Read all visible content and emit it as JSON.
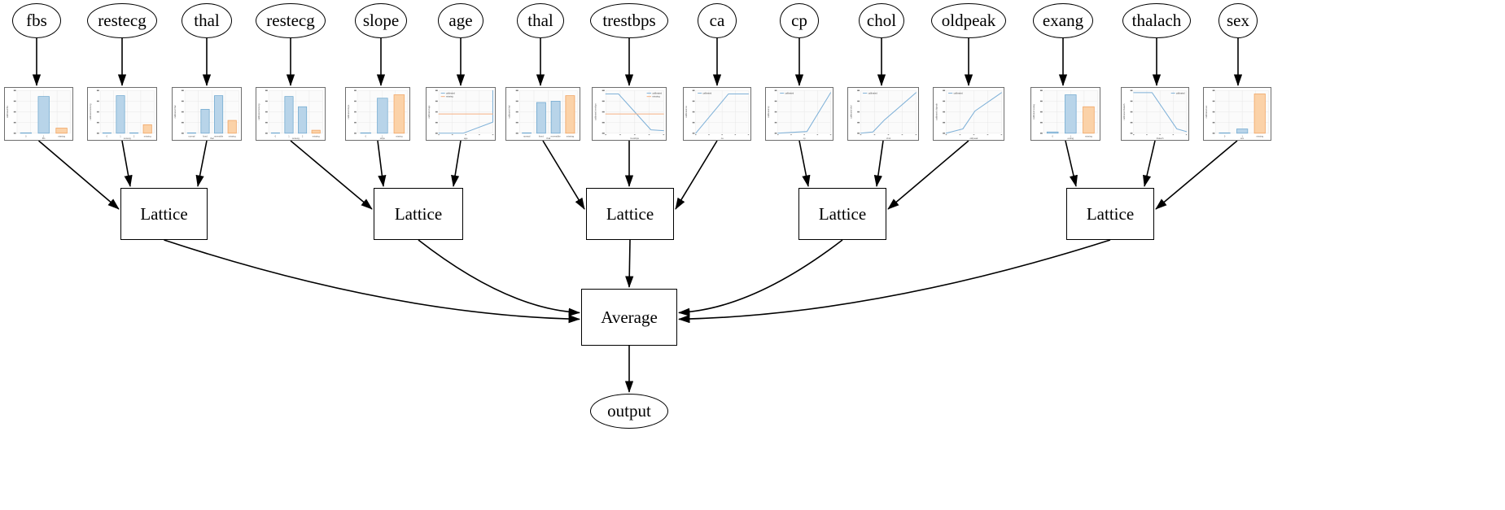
{
  "diagram": {
    "type": "calibrated-lattice-model-graph",
    "orientation": "top-to-bottom",
    "background": "#ffffff",
    "edge_color": "#000000",
    "node_outline": "#000000"
  },
  "palette": {
    "calibrated_line": "#7fb1d8",
    "missing_line": "#f5b183",
    "bar_blue_fill": "#b8d4e9",
    "bar_blue_edge": "#6fa8cf",
    "bar_orange_fill": "#fbd2a8",
    "bar_orange_edge": "#f0a25f",
    "grid": "#e8e8e8",
    "axis_text": "#555555",
    "thumb_border": "#6e6e6e"
  },
  "legend_labels": {
    "calibrated": "calibrated",
    "missing": "missing"
  },
  "features": [
    {
      "name": "fbs",
      "group": 0,
      "chart": {
        "type": "bar",
        "ylabel": "calibrated fbs",
        "xlabel": "fbs",
        "categories": [
          "0",
          "1",
          "missing"
        ],
        "values": [
          0.0,
          0.86,
          0.12
        ],
        "colors": [
          "blue",
          "blue",
          "orange"
        ],
        "ylim": [
          0,
          1
        ],
        "legend": false
      }
    },
    {
      "name": "restecg",
      "group": 0,
      "chart": {
        "type": "bar",
        "ylabel": "calibrated restecg",
        "xlabel": "restecg",
        "categories": [
          "0",
          "1",
          "2",
          "missing"
        ],
        "values": [
          0.0,
          0.88,
          0.0,
          0.2
        ],
        "colors": [
          "blue",
          "blue",
          "blue",
          "orange"
        ],
        "ylim": [
          0,
          1
        ],
        "legend": false
      }
    },
    {
      "name": "thal",
      "group": 0,
      "chart": {
        "type": "bar",
        "ylabel": "calibrated thal",
        "xlabel": "thal",
        "categories": [
          "normal",
          "fixed",
          "reversible",
          "missing"
        ],
        "values": [
          0.0,
          0.56,
          0.88,
          0.3
        ],
        "colors": [
          "blue",
          "blue",
          "blue",
          "orange"
        ],
        "ylim": [
          0,
          1
        ],
        "legend": false
      }
    },
    {
      "name": "restecg",
      "group": 1,
      "chart": {
        "type": "bar",
        "ylabel": "calibrated restecg",
        "xlabel": "restecg",
        "categories": [
          "0",
          "1",
          "2",
          "missing"
        ],
        "values": [
          0.0,
          0.86,
          0.62,
          0.07
        ],
        "colors": [
          "blue",
          "blue",
          "blue",
          "orange"
        ],
        "ylim": [
          0,
          1
        ],
        "legend": false
      }
    },
    {
      "name": "slope",
      "group": 1,
      "chart": {
        "type": "bar",
        "ylabel": "calibrated slope",
        "xlabel": "slope",
        "categories": [
          "0",
          "1",
          "missing"
        ],
        "values": [
          0.0,
          0.82,
          0.9
        ],
        "colors": [
          "blue",
          "blue",
          "orange"
        ],
        "ylim": [
          0,
          1
        ],
        "legend": false
      }
    },
    {
      "name": "age",
      "group": 1,
      "chart": {
        "type": "line",
        "ylabel": "calibrated age",
        "xlabel": "age",
        "xlim": [
          0,
          5
        ],
        "ylim": [
          0,
          1
        ],
        "legend": true,
        "legend_pos": "upper-left",
        "series": [
          {
            "name": "calibrated",
            "color": "blue",
            "points": [
              [
                0.0,
                0.0
              ],
              [
                0.45,
                0.0
              ],
              [
                1.0,
                0.26
              ],
              [
                1.0,
                1.0
              ]
            ]
          },
          {
            "name": "missing",
            "color": "orange",
            "points": [
              [
                0.0,
                0.45
              ],
              [
                1.0,
                0.45
              ]
            ]
          }
        ]
      }
    },
    {
      "name": "thal",
      "group": 2,
      "chart": {
        "type": "bar",
        "ylabel": "calibrated thal",
        "xlabel": "thal",
        "categories": [
          "normal",
          "fixed",
          "reversible",
          "missing"
        ],
        "values": [
          0.0,
          0.72,
          0.75,
          0.88
        ],
        "colors": [
          "blue",
          "blue",
          "blue",
          "orange"
        ],
        "ylim": [
          0,
          1
        ],
        "legend": false
      }
    },
    {
      "name": "trestbps",
      "group": 2,
      "chart": {
        "type": "line",
        "ylabel": "calibrated trestbps",
        "xlabel": "trestbps",
        "xlim": [
          0,
          5
        ],
        "ylim": [
          0,
          1
        ],
        "legend": true,
        "legend_pos": "upper-right",
        "series": [
          {
            "name": "calibrated",
            "color": "blue",
            "points": [
              [
                0.0,
                0.92
              ],
              [
                0.22,
                0.92
              ],
              [
                0.78,
                0.08
              ],
              [
                1.0,
                0.06
              ]
            ]
          },
          {
            "name": "missing",
            "color": "orange",
            "points": [
              [
                0.0,
                0.45
              ],
              [
                1.0,
                0.45
              ]
            ]
          }
        ]
      }
    },
    {
      "name": "ca",
      "group": 2,
      "chart": {
        "type": "line",
        "ylabel": "calibrated ca",
        "xlabel": "ca",
        "xlim": [
          0,
          4
        ],
        "ylim": [
          0,
          1
        ],
        "legend": true,
        "legend_pos": "upper-left",
        "series": [
          {
            "name": "calibrated",
            "color": "blue",
            "points": [
              [
                0.0,
                0.0
              ],
              [
                0.62,
                0.92
              ],
              [
                1.0,
                0.92
              ]
            ]
          }
        ]
      }
    },
    {
      "name": "cp",
      "group": 3,
      "chart": {
        "type": "line",
        "ylabel": "calibrated cp",
        "xlabel": "cp",
        "xlim": [
          0,
          4
        ],
        "ylim": [
          0,
          1
        ],
        "legend": true,
        "legend_pos": "upper-left",
        "series": [
          {
            "name": "calibrated",
            "color": "blue",
            "points": [
              [
                0.0,
                0.0
              ],
              [
                0.55,
                0.04
              ],
              [
                1.0,
                0.95
              ]
            ]
          }
        ]
      }
    },
    {
      "name": "chol",
      "group": 3,
      "chart": {
        "type": "line",
        "ylabel": "calibrated chol",
        "xlabel": "chol",
        "xlim": [
          0,
          5
        ],
        "ylim": [
          0,
          1
        ],
        "legend": true,
        "legend_pos": "upper-left",
        "series": [
          {
            "name": "calibrated",
            "color": "blue",
            "points": [
              [
                0.0,
                0.0
              ],
              [
                0.22,
                0.03
              ],
              [
                0.42,
                0.3
              ],
              [
                1.0,
                0.95
              ]
            ]
          }
        ]
      }
    },
    {
      "name": "oldpeak",
      "group": 3,
      "chart": {
        "type": "line",
        "ylabel": "calibrated oldpeak",
        "xlabel": "oldpeak",
        "xlim": [
          0,
          5
        ],
        "ylim": [
          0,
          1
        ],
        "legend": true,
        "legend_pos": "upper-left",
        "series": [
          {
            "name": "calibrated",
            "color": "blue",
            "points": [
              [
                0.0,
                0.0
              ],
              [
                0.3,
                0.1
              ],
              [
                0.52,
                0.52
              ],
              [
                1.0,
                0.95
              ]
            ]
          }
        ]
      }
    },
    {
      "name": "exang",
      "group": 4,
      "chart": {
        "type": "bar",
        "ylabel": "calibrated exang",
        "xlabel": "exang",
        "categories": [
          "0",
          "1",
          "missing"
        ],
        "values": [
          0.03,
          0.9,
          0.62
        ],
        "colors": [
          "blue",
          "blue",
          "orange"
        ],
        "ylim": [
          0,
          1
        ],
        "legend": false
      }
    },
    {
      "name": "thalach",
      "group": 4,
      "chart": {
        "type": "line",
        "ylabel": "calibrated thalach",
        "xlabel": "thalach",
        "xlim": [
          0,
          5
        ],
        "ylim": [
          0,
          1
        ],
        "legend": true,
        "legend_pos": "upper-right",
        "series": [
          {
            "name": "calibrated",
            "color": "blue",
            "points": [
              [
                0.0,
                0.95
              ],
              [
                0.35,
                0.95
              ],
              [
                0.82,
                0.1
              ],
              [
                1.0,
                0.04
              ]
            ]
          }
        ]
      }
    },
    {
      "name": "sex",
      "group": 4,
      "chart": {
        "type": "bar",
        "ylabel": "calibrated sex",
        "xlabel": "sex",
        "categories": [
          "0",
          "1",
          "missing"
        ],
        "values": [
          0.0,
          0.1,
          0.92
        ],
        "colors": [
          "blue",
          "blue",
          "orange"
        ],
        "ylim": [
          0,
          1
        ],
        "legend": false
      }
    }
  ],
  "lattices": [
    {
      "label": "Lattice",
      "inputs": [
        "fbs",
        "restecg",
        "thal"
      ]
    },
    {
      "label": "Lattice",
      "inputs": [
        "restecg",
        "slope",
        "age"
      ]
    },
    {
      "label": "Lattice",
      "inputs": [
        "thal",
        "trestbps",
        "ca"
      ]
    },
    {
      "label": "Lattice",
      "inputs": [
        "cp",
        "chol",
        "oldpeak"
      ]
    },
    {
      "label": "Lattice",
      "inputs": [
        "exang",
        "thalach",
        "sex"
      ]
    }
  ],
  "aggregator": {
    "label": "Average"
  },
  "output": {
    "label": "output"
  }
}
